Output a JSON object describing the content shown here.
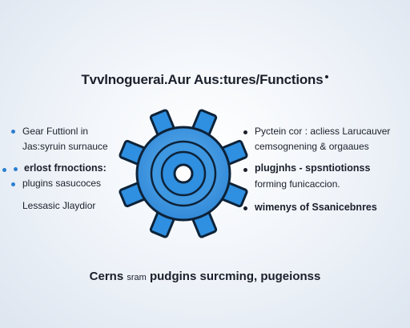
{
  "title": "Tvvlnoguerai.Aur Aus:tures/Functions",
  "left": {
    "items": [
      {
        "text": "Gear Futtionl in",
        "bold": false,
        "bullet": "blue"
      },
      {
        "text": "Jas:syruin surnauce",
        "bold": false,
        "bullet": "none"
      },
      {
        "text": "erlost frnoctions:",
        "bold": true,
        "bullet": "blue"
      },
      {
        "text": "plugins sasucoces",
        "bold": false,
        "bullet": "blue"
      },
      {
        "text": "Lessasic  Jlaydior",
        "bold": false,
        "bullet": "none"
      }
    ]
  },
  "right": {
    "items": [
      {
        "text": "Pyctein cor : acliess Larucauver",
        "bold": false,
        "bullet": "dark"
      },
      {
        "text": "cemsognening & orgaaues",
        "bold": false,
        "bullet": "none"
      },
      {
        "text": "plugjnhs - spsntiotionss",
        "bold": true,
        "bullet": "dark"
      },
      {
        "text": "forming funicaccion.",
        "bold": false,
        "bullet": "none"
      },
      {
        "text": "wimenys of Ssanicebnres",
        "bold": true,
        "bullet": "dark"
      }
    ]
  },
  "footer": {
    "lead": "Cerns",
    "small": "sram",
    "rest": "pudgins surcming, pugeionss"
  },
  "colors": {
    "gear": "#2f8fe0",
    "gear_outline": "#0d2238",
    "text": "#1a1f2b",
    "bullet_blue": "#2b7fd1"
  },
  "icons": {
    "center": "gear-icon"
  }
}
